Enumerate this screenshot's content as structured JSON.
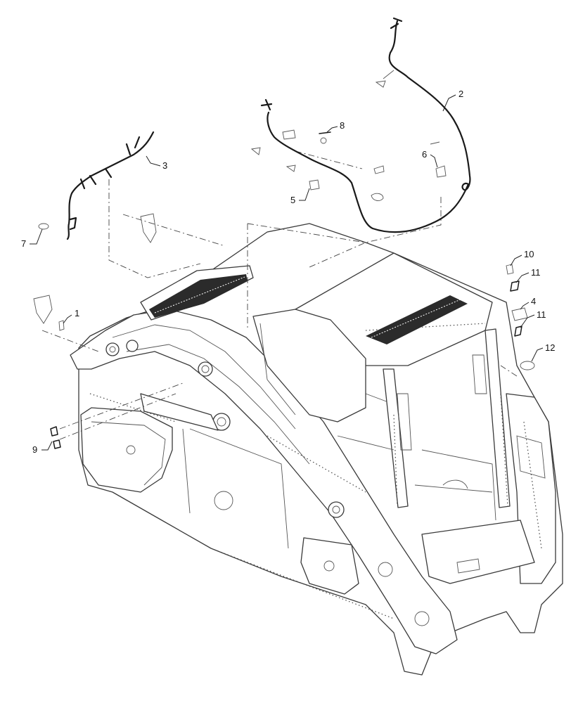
{
  "diagram": {
    "callouts": [
      {
        "id": "c1",
        "label": "1"
      },
      {
        "id": "c2",
        "label": "2"
      },
      {
        "id": "c3",
        "label": "3"
      },
      {
        "id": "c4",
        "label": "4"
      },
      {
        "id": "c5",
        "label": "5"
      },
      {
        "id": "c6",
        "label": "6"
      },
      {
        "id": "c7",
        "label": "7"
      },
      {
        "id": "c8",
        "label": "8"
      },
      {
        "id": "c9",
        "label": "9"
      },
      {
        "id": "c10",
        "label": "10"
      },
      {
        "id": "c11a",
        "label": "11"
      },
      {
        "id": "c11b",
        "label": "11"
      },
      {
        "id": "c12",
        "label": "12"
      }
    ]
  }
}
